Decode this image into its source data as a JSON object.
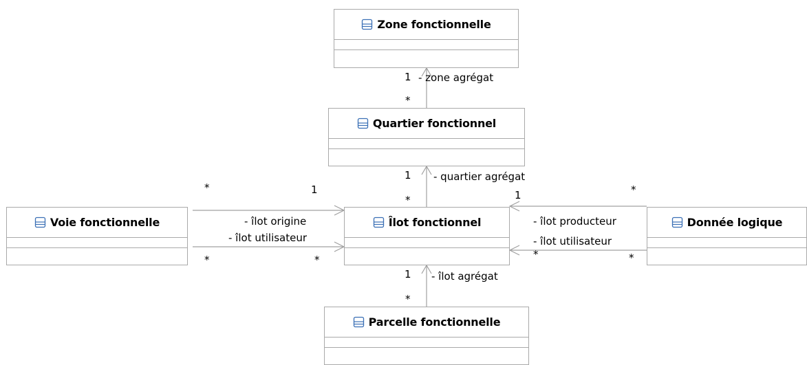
{
  "classes": {
    "zone": {
      "name": "Zone fonctionnelle",
      "icon": "class-icon"
    },
    "quartier": {
      "name": "Quartier fonctionnel",
      "icon": "class-icon"
    },
    "ilot": {
      "name": "Îlot fonctionnel",
      "icon": "class-icon"
    },
    "voie": {
      "name": "Voie fonctionnelle",
      "icon": "class-icon"
    },
    "donnee": {
      "name": "Donnée logique",
      "icon": "class-icon"
    },
    "parcelle": {
      "name": "Parcelle fonctionnelle",
      "icon": "class-icon"
    }
  },
  "associations": {
    "quartier_zone": {
      "role": "- zone agrégat",
      "source_mult": "*",
      "target_mult": "1"
    },
    "ilot_quartier": {
      "role": "- quartier agrégat",
      "source_mult": "*",
      "target_mult": "1"
    },
    "parcelle_ilot": {
      "role": "- îlot agrégat",
      "source_mult": "*",
      "target_mult": "1"
    },
    "voie_ilot_origine": {
      "role": "- îlot origine",
      "source_mult": "*",
      "target_mult": "1"
    },
    "voie_ilot_utilisateur": {
      "role": "- îlot utilisateur",
      "source_mult": "*",
      "target_mult": "*"
    },
    "donnee_ilot_producteur": {
      "role": "- îlot producteur",
      "source_mult": "*",
      "target_mult": "1"
    },
    "donnee_ilot_utilisateur": {
      "role": "- îlot utilisateur",
      "source_mult": "*",
      "target_mult": "*"
    }
  },
  "colors": {
    "border": "#a9a9a9",
    "edge": "#a0a0a0",
    "icon": "#3a6fb5"
  }
}
